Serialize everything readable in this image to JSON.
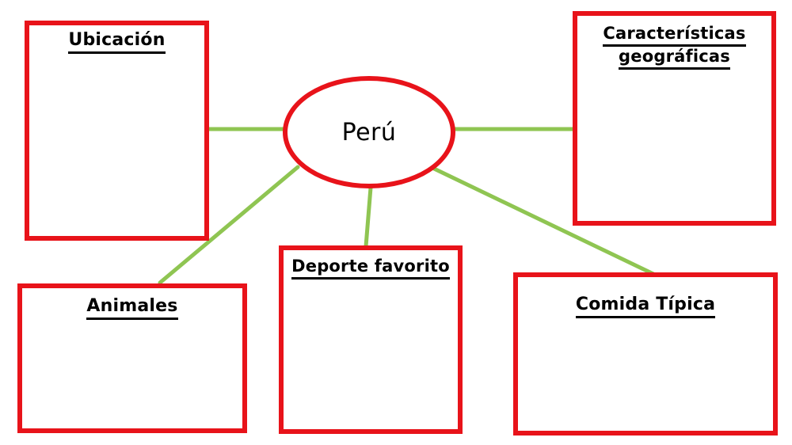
{
  "diagram": {
    "type": "concept-map",
    "title_node": {
      "label": "Perú",
      "shape": "ellipse",
      "border_color": "#e8131a"
    },
    "connector_color": "#8fc552",
    "box_border_color": "#e8131a",
    "background_color": "#ffffff",
    "nodes": [
      {
        "id": "ubicacion",
        "label": "Ubicación",
        "underlined": true,
        "position": "top-left"
      },
      {
        "id": "caracteristicas",
        "label": "Características\ngeográficas",
        "underlined": true,
        "position": "top-right"
      },
      {
        "id": "animales",
        "label": "Animales",
        "underlined": true,
        "position": "bottom-left"
      },
      {
        "id": "deporte",
        "label": "Deporte favorito",
        "underlined": true,
        "position": "bottom-center"
      },
      {
        "id": "comida",
        "label": "Comida Típica",
        "underlined": true,
        "position": "bottom-right"
      }
    ],
    "connectors": [
      {
        "from": "centro",
        "to": "ubicacion"
      },
      {
        "from": "centro",
        "to": "caracteristicas"
      },
      {
        "from": "centro",
        "to": "animales"
      },
      {
        "from": "centro",
        "to": "deporte"
      },
      {
        "from": "centro",
        "to": "comida"
      }
    ]
  }
}
